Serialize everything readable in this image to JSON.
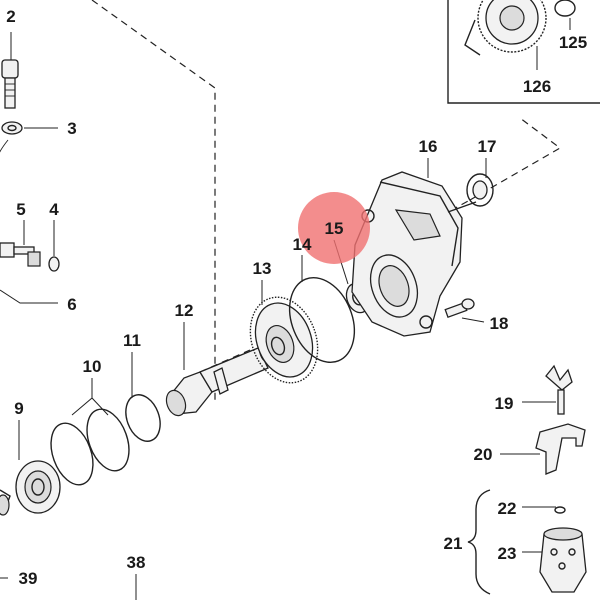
{
  "highlight_color": "#f07070",
  "labels": {
    "l2": "2",
    "l3": "3",
    "l4": "4",
    "l5": "5",
    "l6": "6",
    "l9": "9",
    "l10": "10",
    "l11": "11",
    "l12": "12",
    "l13": "13",
    "l14": "14",
    "l15": "15",
    "l16": "16",
    "l17": "17",
    "l18": "18",
    "l19": "19",
    "l20": "20",
    "l21": "21",
    "l22": "22",
    "l23": "23",
    "l38": "38",
    "l39": "39",
    "l125": "125",
    "l126": "126"
  }
}
